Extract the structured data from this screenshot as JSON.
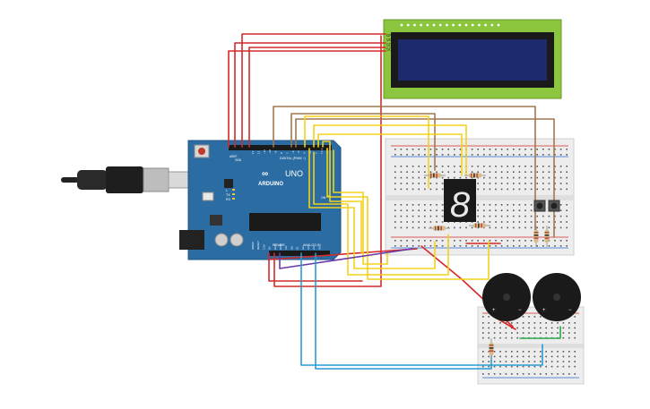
{
  "arduino": {
    "brand": "ARDUINO",
    "model": "UNO",
    "digital_label": "DIGITAL (PWM ~)",
    "power_label": "POWER",
    "analog_label": "ANALOG IN",
    "aref_label": "AREF",
    "gnd_label": "GND",
    "tx_label": "TX",
    "rx_label": "RX",
    "l_label": "L",
    "on_label": "ON",
    "digital_pins": [
      "13",
      "12",
      "~11",
      "~10",
      "~9",
      "8",
      "7",
      "~6",
      "~5",
      "4",
      "~3",
      "2",
      "TX 1",
      "RX 0"
    ],
    "power_pins": [
      "IOREF",
      "RESET",
      "3.3V",
      "5V",
      "GND",
      "GND",
      "Vin"
    ],
    "analog_pins": [
      "A0",
      "A1",
      "A2",
      "A3",
      "A4",
      "A5"
    ]
  },
  "lcd": {
    "pin_labels": [
      "GND",
      "VCC",
      "SDA",
      "SCL"
    ]
  },
  "seven_segment": {
    "digit": "8"
  },
  "buzzers": {
    "plus": "+",
    "minus": "−"
  },
  "colors": {
    "wire_red": "#d42a2a",
    "wire_yellow": "#f2d21b",
    "wire_brown": "#a0784e",
    "wire_purple": "#6a3aa8",
    "wire_blue": "#2a9bd4",
    "wire_green": "#2aa84a",
    "board_blue": "#2b6ca3",
    "lcd_green": "#8cc63f",
    "lcd_screen": "#1d2a6e"
  }
}
